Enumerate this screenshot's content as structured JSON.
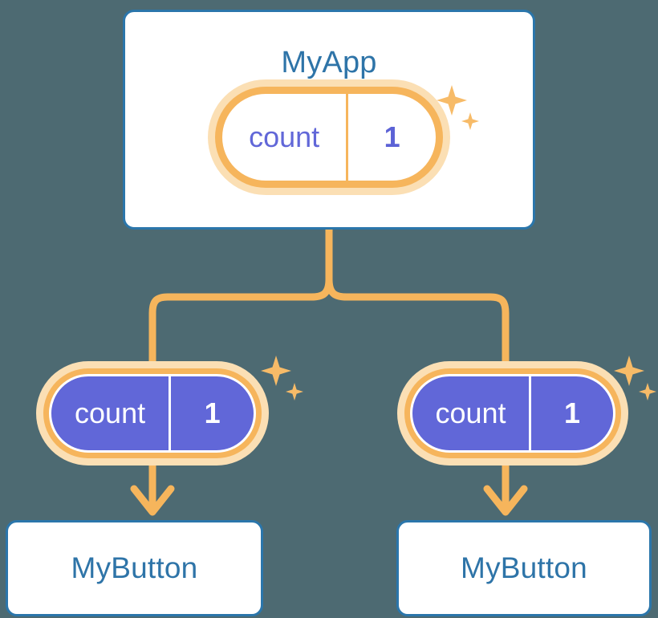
{
  "background_color": "#4d6a72",
  "palette": {
    "card_border": "#2b76ab",
    "card_fill": "#ffffff",
    "title_text": "#2e74a8",
    "ring_orange": "#f6b55c",
    "halo_orange": "#fbdfb4",
    "state_purple": "#6167d8",
    "connector_orange": "#f6b55c",
    "sparkle_orange": "#f7bb68"
  },
  "diagram": {
    "type": "component-state-tree",
    "root": {
      "name": "root-component",
      "title": "MyApp",
      "state": {
        "key": "count",
        "value": "1",
        "style": "light"
      }
    },
    "children": [
      {
        "name": "child-component-left",
        "title": "MyButton",
        "state": {
          "key": "count",
          "value": "1",
          "style": "filled"
        }
      },
      {
        "name": "child-component-right",
        "title": "MyButton",
        "state": {
          "key": "count",
          "value": "1",
          "style": "filled"
        }
      }
    ],
    "sparkles": [
      {
        "name": "sparkle-app",
        "size": "large"
      },
      {
        "name": "sparkle-left",
        "size": "large"
      },
      {
        "name": "sparkle-right",
        "size": "large"
      }
    ]
  }
}
